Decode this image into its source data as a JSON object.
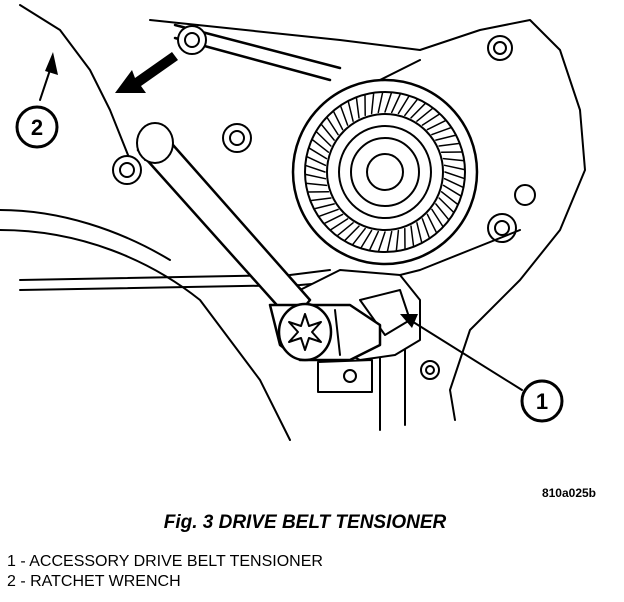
{
  "figure": {
    "ref_code": "810a025b",
    "caption": "Fig. 3 DRIVE BELT TENSIONER",
    "callouts": [
      {
        "number": "1"
      },
      {
        "number": "2"
      }
    ]
  },
  "legend": [
    {
      "text": "1 - ACCESSORY DRIVE BELT TENSIONER"
    },
    {
      "text": "2 - RATCHET WRENCH"
    }
  ]
}
